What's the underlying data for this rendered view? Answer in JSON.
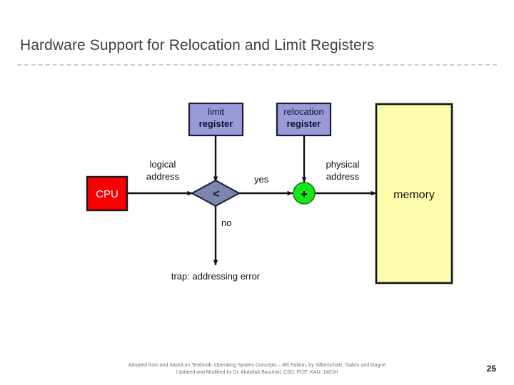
{
  "slide": {
    "title": "Hardware Support for Relocation and Limit Registers",
    "page_number": "25"
  },
  "footer": {
    "line1": "Adopted from and based on Textbook: Operating System Concepts – 8th Edition, by Silberschatz, Galvin and Gagne",
    "line2": "Updated and Modified by Dr. Abdullah Basuhail, CSD, FCIT, KAU, 1431H"
  },
  "diagram": {
    "nodes": {
      "limit_register": "limit\nregister",
      "limit_register_line1": "limit",
      "limit_register_line2": "register",
      "relocation_register_line1": "relocation",
      "relocation_register_line2": "register",
      "cpu": "CPU",
      "comparator": "<",
      "adder": "+",
      "memory": "memory",
      "trap": "trap: addressing error"
    },
    "edge_labels": {
      "logical_address_line1": "logical",
      "logical_address_line2": "address",
      "physical_address_line1": "physical",
      "physical_address_line2": "address",
      "yes": "yes",
      "no": "no"
    },
    "colors": {
      "register_fill": "#9a9ad8",
      "register_stroke": "#1b1b3a",
      "cpu_fill": "#fb0000",
      "cpu_stroke": "#1b1b1b",
      "comparator_fill": "#7b86a8",
      "comparator_stroke": "#1b1b3a",
      "adder_fill": "#19e619",
      "adder_stroke": "#0a7a0a",
      "memory_fill": "#fdfdab",
      "memory_stroke": "#111111",
      "line": "#111111",
      "label_text": "#111111",
      "cpu_text": "#ffffff",
      "title_text": "#3f3f3f",
      "divider": "#cfcfcf",
      "footer_text": "#6d6d84"
    }
  }
}
